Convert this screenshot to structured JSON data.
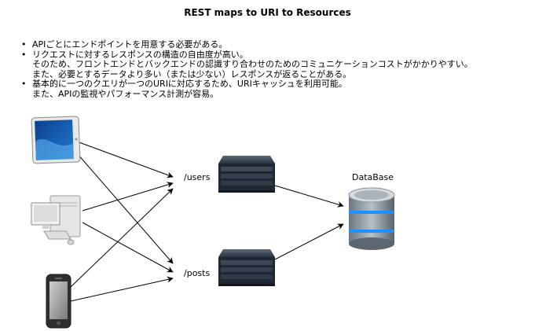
{
  "title": "REST maps to URI to Resources",
  "bullets": [
    [
      "APIごとにエンドポイントを用意する必要がある。"
    ],
    [
      "リクエストに対するレスポンスの構造の自由度が高い。",
      "そのため、フロントエンドとバックエンドの認識すり合わせのためのコミュニケーションコストがかかりやすい。",
      "また、必要とするデータより多い（または少ない）レスポンスが返ることがある。"
    ],
    [
      "基本的に一つのクエリが一つのURIに対応するため、URIキャッシュを利用可能。",
      "また、APIの監視やパフォーマンス計測が容易。"
    ]
  ],
  "labels": {
    "users": "/users",
    "posts": "/posts",
    "database": "DataBase"
  },
  "icons": [
    "tablet-icon",
    "desktop-computer-icon",
    "mobile-phone-icon",
    "server-icon",
    "database-icon"
  ]
}
